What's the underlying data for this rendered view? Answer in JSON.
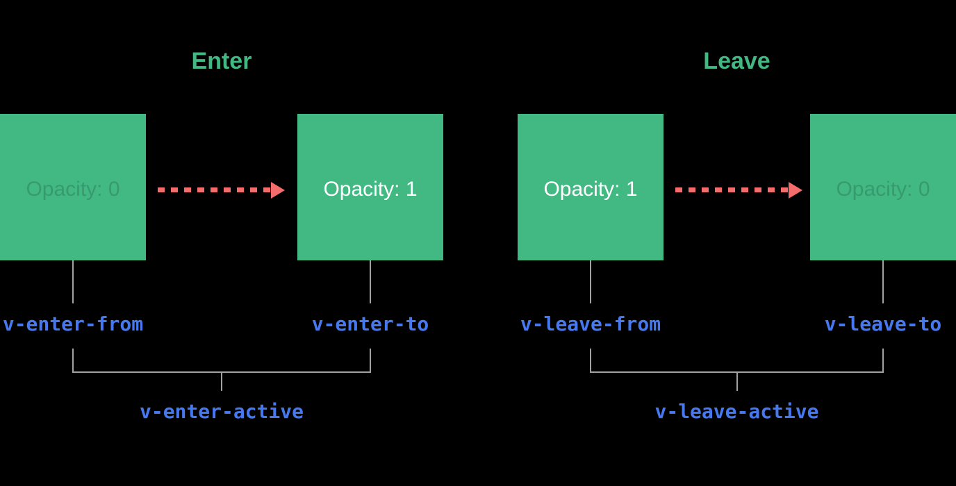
{
  "colors": {
    "background": "#000000",
    "vue_green": "#42b883",
    "arrow_red": "#f56c6c",
    "line_gray": "#a2a2a2",
    "label_blue": "#4678ef",
    "box_text_bright": "#ffffff"
  },
  "groups": [
    {
      "heading": "Enter",
      "from_box_label": "Opacity: 0",
      "to_box_label": "Opacity: 1",
      "from_class": "v-enter-from",
      "to_class": "v-enter-to",
      "active_class": "v-enter-active"
    },
    {
      "heading": "Leave",
      "from_box_label": "Opacity: 1",
      "to_box_label": "Opacity: 0",
      "from_class": "v-leave-from",
      "to_class": "v-leave-to",
      "active_class": "v-leave-active"
    }
  ]
}
